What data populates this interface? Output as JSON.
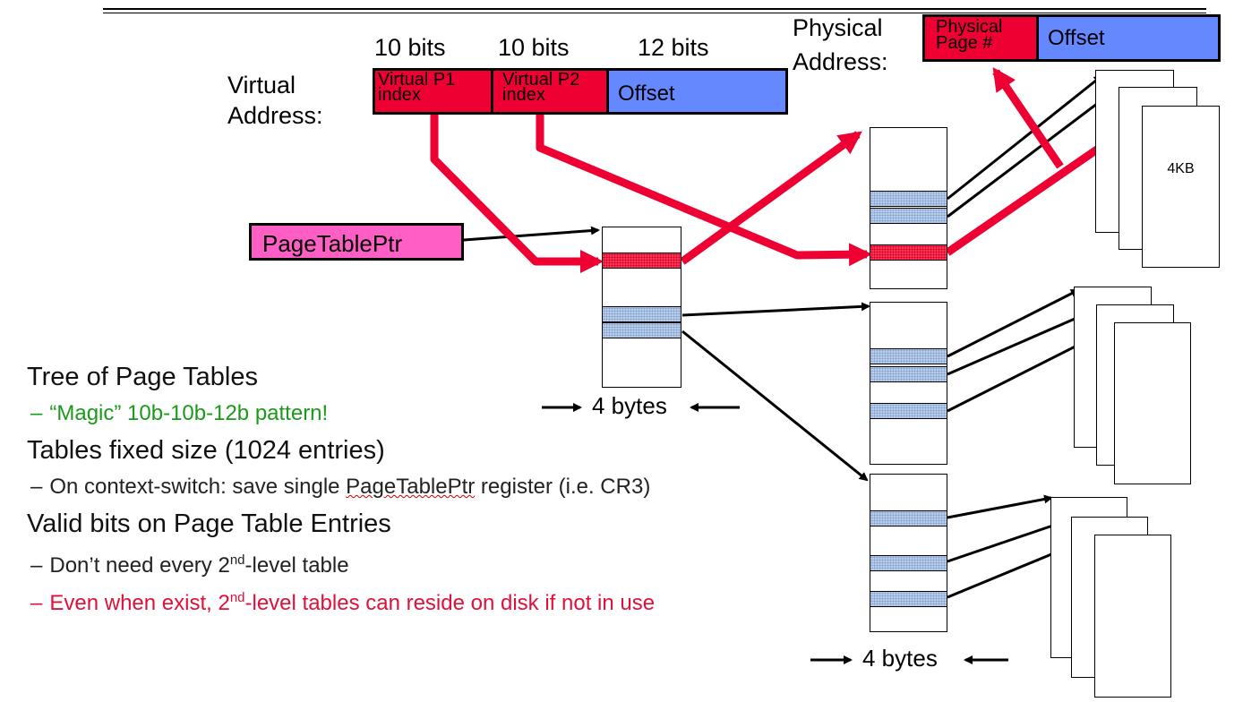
{
  "virtual_address": {
    "label": "Virtual Address:",
    "bit_labels": [
      "10 bits",
      "10 bits",
      "12 bits"
    ],
    "fields": [
      "Virtual P1 index",
      "Virtual P2 index",
      "Offset"
    ]
  },
  "physical_address": {
    "label": "Physical Address:",
    "fields": [
      "Physical Page #",
      "Offset"
    ]
  },
  "page_table_ptr": "PageTablePtr",
  "page_size_label": "4KB",
  "entry_size_labels": [
    "4 bytes",
    "4 bytes"
  ],
  "bullets": {
    "heading1": "Tree of Page Tables",
    "sub1": "“Magic” 10b-10b-12b pattern!",
    "heading2": "Tables fixed size (1024 entries)",
    "sub2_pre": "On context-switch: save single ",
    "sub2_word": "PageTablePtr",
    "sub2_post": " register (i.e. CR3)",
    "heading3": "Valid bits on Page Table Entries",
    "sub3_pre": "Don’t need every 2",
    "sub3_sup": "nd",
    "sub3_post": "-level table",
    "sub4_pre": "Even when exist, 2",
    "sub4_sup": "nd",
    "sub4_post": "-level tables can reside on disk if not in use",
    "dash": "–"
  },
  "colors": {
    "red": "#ee0033",
    "blue": "#6688ff",
    "pink": "#ff5fc5",
    "green": "#1a9a1a",
    "crimson": "#e0103a"
  },
  "icons": [
    "arrow-right-icon",
    "arrow-left-icon"
  ]
}
